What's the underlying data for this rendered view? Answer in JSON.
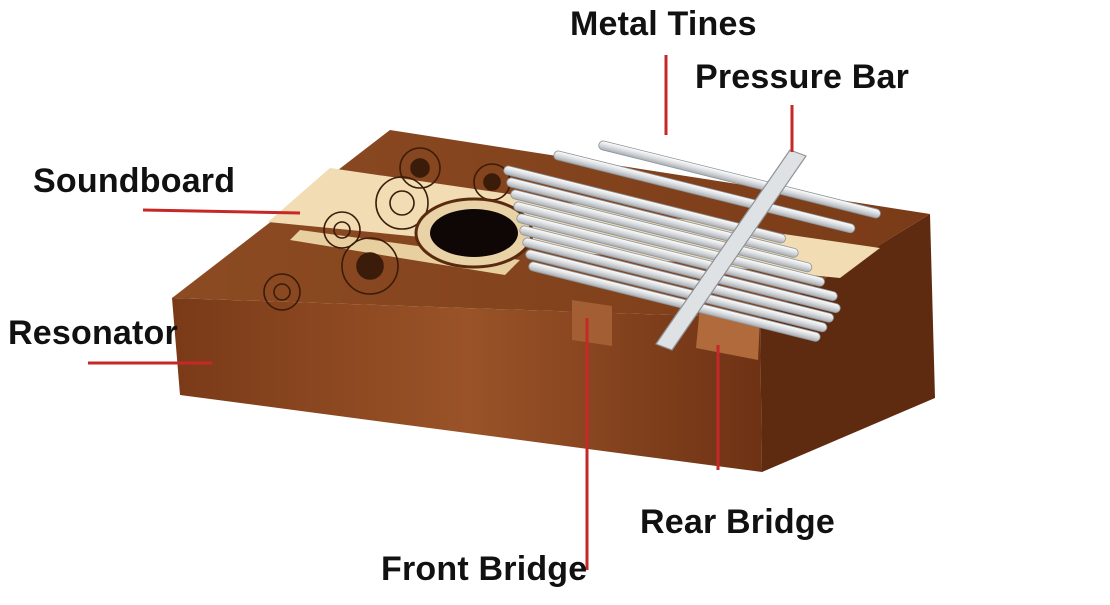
{
  "labels": {
    "metal_tines": "Metal Tines",
    "pressure_bar": "Pressure Bar",
    "soundboard": "Soundboard",
    "resonator": "Resonator",
    "rear_bridge": "Rear Bridge",
    "front_bridge": "Front Bridge"
  },
  "colors": {
    "leader_line": "#c62828",
    "wood_dark": "#6b3416",
    "wood_mid": "#8a4a22",
    "wood_light": "#f1dcb3",
    "metal": "#e6e8ea"
  }
}
